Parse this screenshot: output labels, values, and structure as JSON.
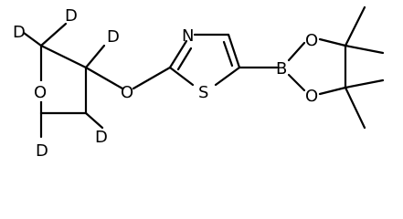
{
  "molecule": {
    "atoms": {
      "N": "N",
      "S": "S",
      "O_ether": "O",
      "O_oxetane": "O",
      "B": "B",
      "O_boronate_top": "O",
      "O_boronate_bottom": "O",
      "D": "D"
    }
  },
  "colors": {
    "bond": "#000000",
    "text": "#000000",
    "background": "#ffffff"
  }
}
